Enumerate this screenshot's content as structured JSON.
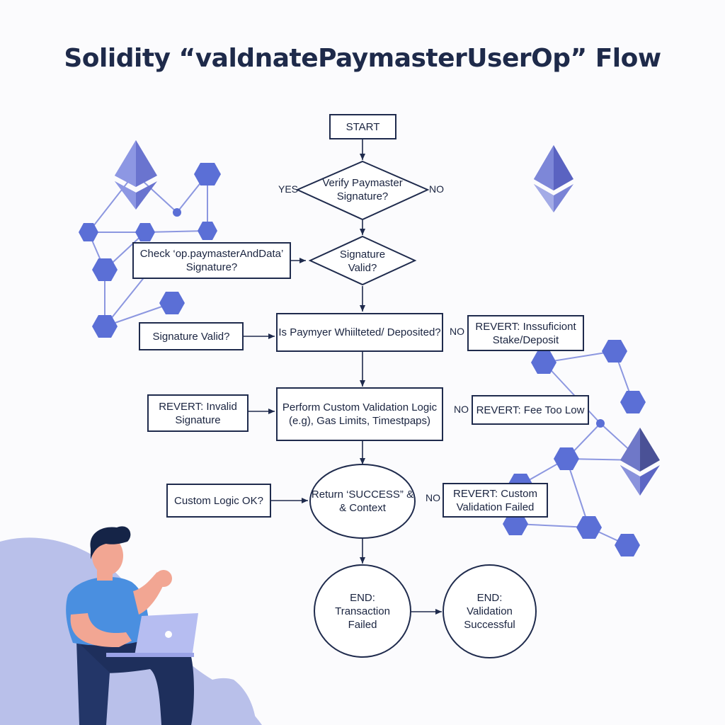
{
  "title": "Solidity “valdnatePaymasterUserOp” Flow",
  "colors": {
    "ink": "#1f2b4d",
    "network_node": "#5b6fd6",
    "network_edge": "#8c97e0",
    "ethereum": "#5c68c9",
    "blob": "#b9c0ea",
    "shirt": "#4a8fe0",
    "pants": "#1e2f5c",
    "laptop": "#b6bdf1"
  },
  "nodes": {
    "start": "START",
    "verify_signature": "Verify Paymaster Signature?",
    "check_paymaster_data": "Check ‘op.paymasterAndData’ Signature?",
    "signature_valid_diamond": "Signature Valid?",
    "signature_valid_box": "Signature Valid?",
    "whitelisted": "Is Paymyer Whiilteted/ Deposited?",
    "revert_stake": "REVERT: Inssuficiont Stake/Deposit",
    "revert_invalid_signature": "REVERT: Invalid Signature",
    "custom_validation": "Perform Custom Validation Logic (e.g), Gas Limits, Timestpaps)",
    "revert_fee": "REVERT: Fee Too Low",
    "custom_logic_ok": "Custom Logic OK?",
    "return_success": "Return ‘SUCCESS” & & Context",
    "revert_custom": "REVERT: Custom Validation Failed",
    "end_failed": "END: Transaction Failed",
    "end_success": "END: Validation Successful"
  },
  "edge_labels": {
    "verify_yes": "YES",
    "verify_no": "NO",
    "whitelist_no": "NO",
    "validation_no": "NO",
    "return_no": "NO"
  },
  "icons": [
    "ethereum-icon",
    "ethereum-icon",
    "ethereum-icon",
    "laptop-icon",
    "developer-illustration"
  ]
}
